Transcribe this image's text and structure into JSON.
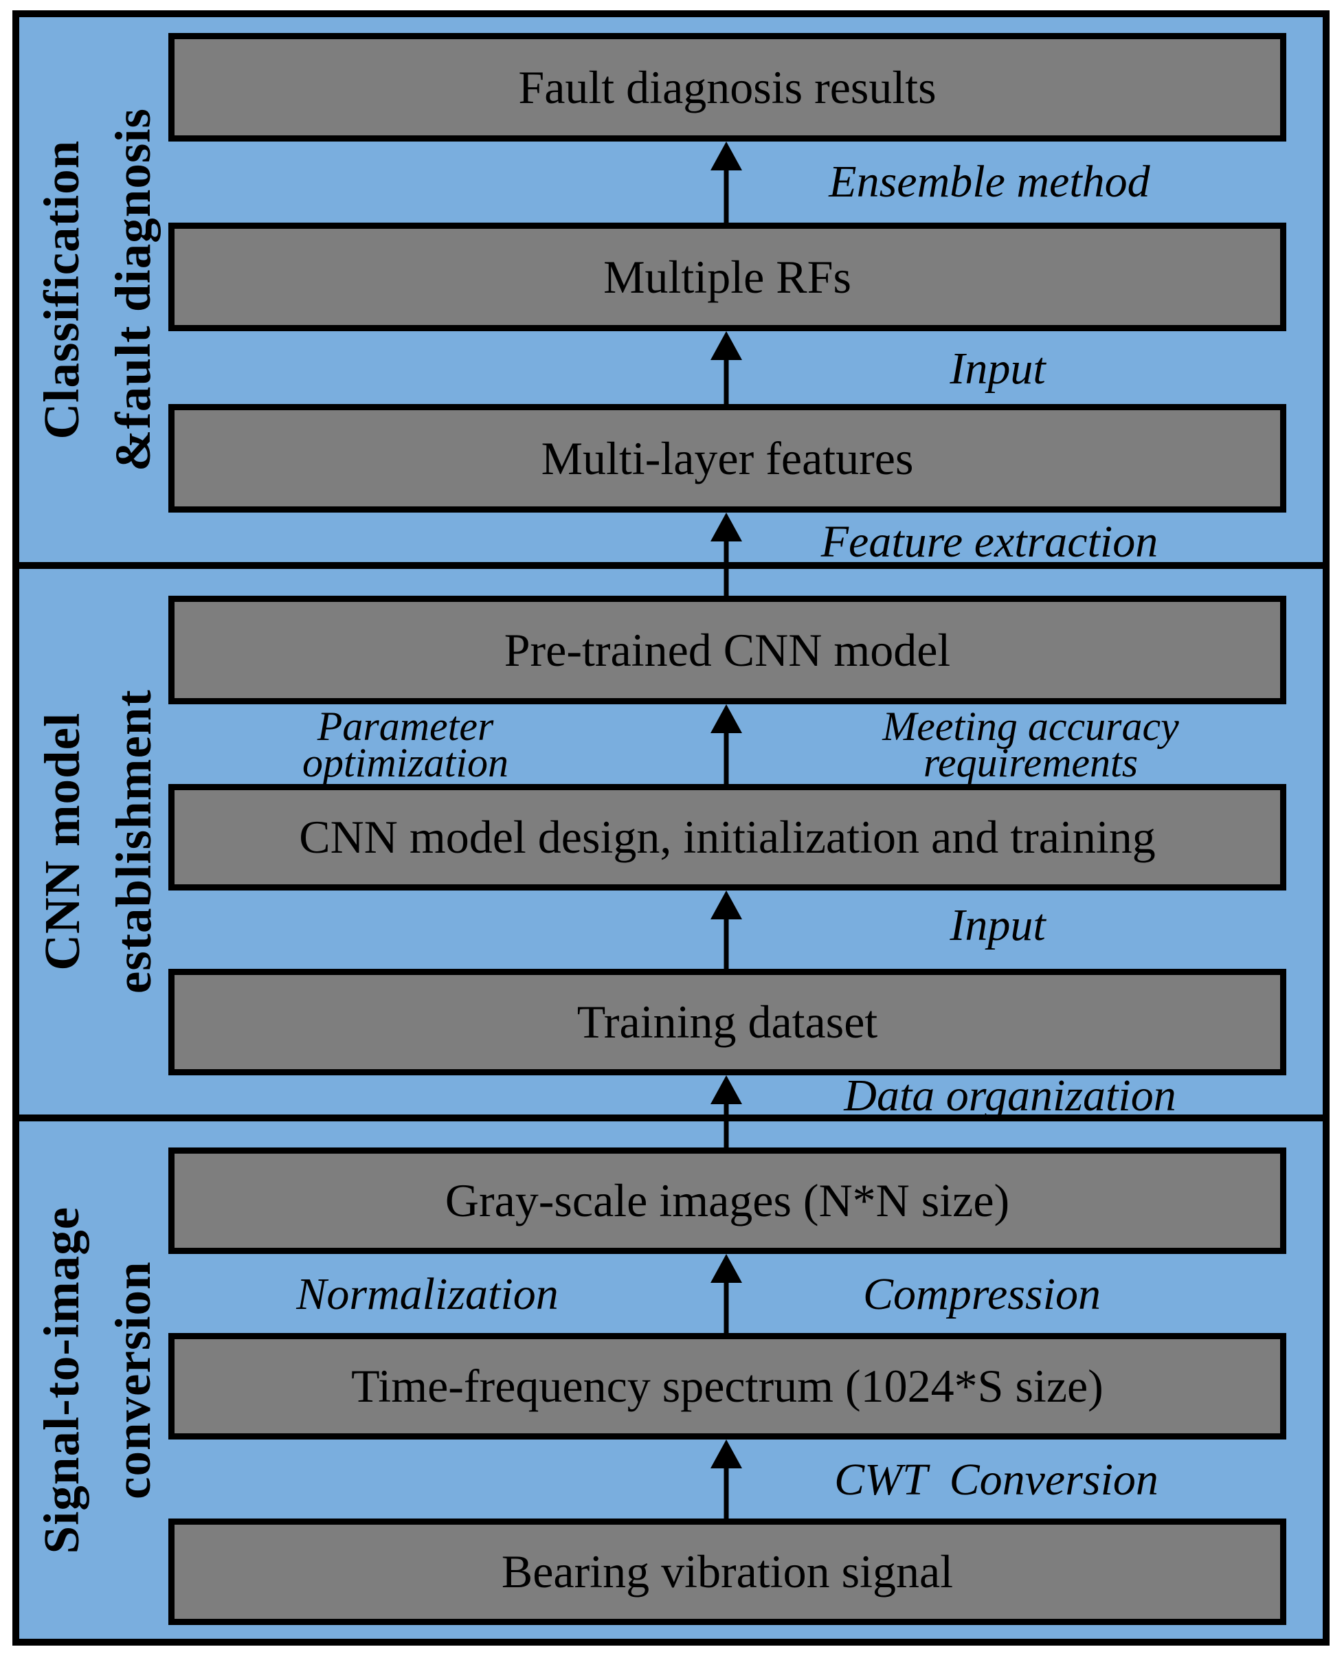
{
  "figure": {
    "colors": {
      "section_background": "#7AAEDE",
      "box_fill": "#7E7E7E",
      "border": "#000000",
      "text": "#000000"
    },
    "sections": [
      {
        "id": "classification-fault-diagnosis",
        "label": "Classification\n&fault diagnosis"
      },
      {
        "id": "cnn-model-establishment",
        "label": "CNN model\nestablishment"
      },
      {
        "id": "signal-to-image-conversion",
        "label": "Signal-to-image\nconversion"
      }
    ],
    "boxes": [
      {
        "id": "fault-diagnosis-results",
        "label": "Fault diagnosis results"
      },
      {
        "id": "multiple-rfs",
        "label": "Multiple RFs"
      },
      {
        "id": "multi-layer-features",
        "label": "Multi-layer features"
      },
      {
        "id": "pre-trained-cnn-model",
        "label": "Pre-trained CNN model"
      },
      {
        "id": "cnn-model-design",
        "label": "CNN model design, initialization and training"
      },
      {
        "id": "training-dataset",
        "label": "Training dataset"
      },
      {
        "id": "gray-scale-images",
        "label": "Gray-scale images (N*N size)"
      },
      {
        "id": "time-frequency-spectrum",
        "label": "Time-frequency spectrum (1024*S size)"
      },
      {
        "id": "bearing-vibration-signal",
        "label": "Bearing vibration signal"
      }
    ],
    "arrow_labels": [
      {
        "id": "ensemble-method",
        "label": "Ensemble method"
      },
      {
        "id": "input-top",
        "label": "Input"
      },
      {
        "id": "feature-extraction",
        "label": "Feature extraction"
      },
      {
        "id": "parameter-optimization",
        "label": "Parameter\noptimization"
      },
      {
        "id": "meeting-accuracy-requirements",
        "label": "Meeting accuracy\nrequirements"
      },
      {
        "id": "input-middle",
        "label": "Input"
      },
      {
        "id": "data-organization",
        "label": "Data organization"
      },
      {
        "id": "normalization",
        "label": "Normalization"
      },
      {
        "id": "compression",
        "label": "Compression"
      },
      {
        "id": "cwt-conversion",
        "label": "CWT  Conversion"
      }
    ]
  }
}
